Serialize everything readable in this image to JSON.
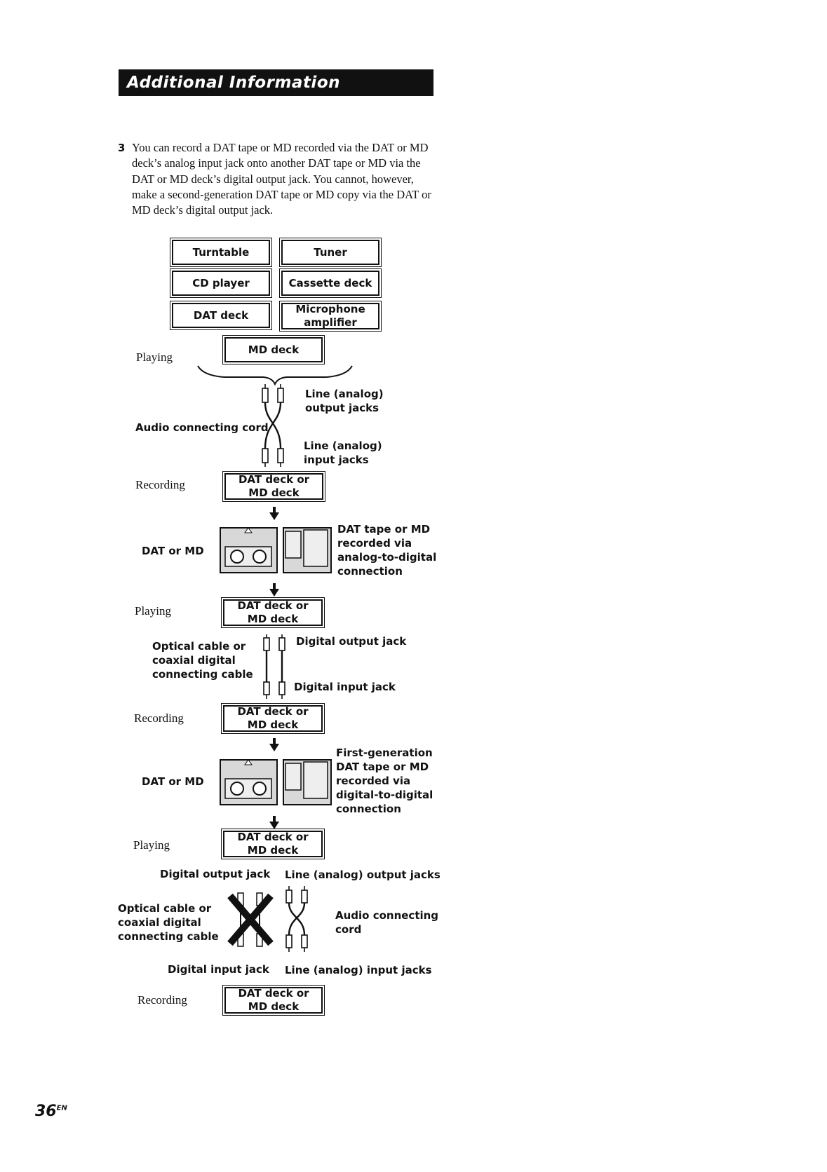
{
  "header": {
    "title": "Additional Information"
  },
  "step": {
    "number": "3",
    "text": "You can record a DAT tape or MD recorded via the DAT or MD deck’s analog input jack onto another DAT tape or MD via the DAT or MD deck’s digital output jack. You cannot, however, make a second-generation DAT tape or MD copy via the DAT or MD deck’s digital output jack."
  },
  "sources": {
    "turntable": "Turntable",
    "tuner": "Tuner",
    "cd_player": "CD player",
    "cassette_deck": "Cassette deck",
    "dat_deck": "DAT deck",
    "mic_amp_line1": "Microphone",
    "mic_amp_line2": "amplifier",
    "md_deck": "MD deck"
  },
  "labels": {
    "playing": "Playing",
    "recording": "Recording",
    "audio_cord": "Audio connecting cord",
    "line_out_1": "Line (analog)",
    "line_out_2": "output jacks",
    "line_in_1": "Line (analog)",
    "line_in_2": "input jacks",
    "deck_line1": "DAT deck or",
    "deck_line2": "MD deck",
    "dat_or_md": "DAT or MD",
    "tape1_caption": [
      "DAT tape or MD",
      "recorded via",
      "analog-to-digital",
      "connection"
    ],
    "optical_cable": [
      "Optical cable or",
      "coaxial digital",
      "connecting cable"
    ],
    "digital_output_jack": "Digital output jack",
    "digital_input_jack": "Digital input jack",
    "tape2_caption": [
      "First-generation",
      "DAT tape or MD",
      "recorded via",
      "digital-to-digital",
      "connection"
    ],
    "line_analog_output_jacks": "Line (analog) output jacks",
    "line_analog_input_jacks": "Line (analog) input jacks",
    "audio_connecting": "Audio connecting",
    "cord": "cord"
  },
  "footer": {
    "page_number": "36",
    "page_suffix": "EN"
  }
}
